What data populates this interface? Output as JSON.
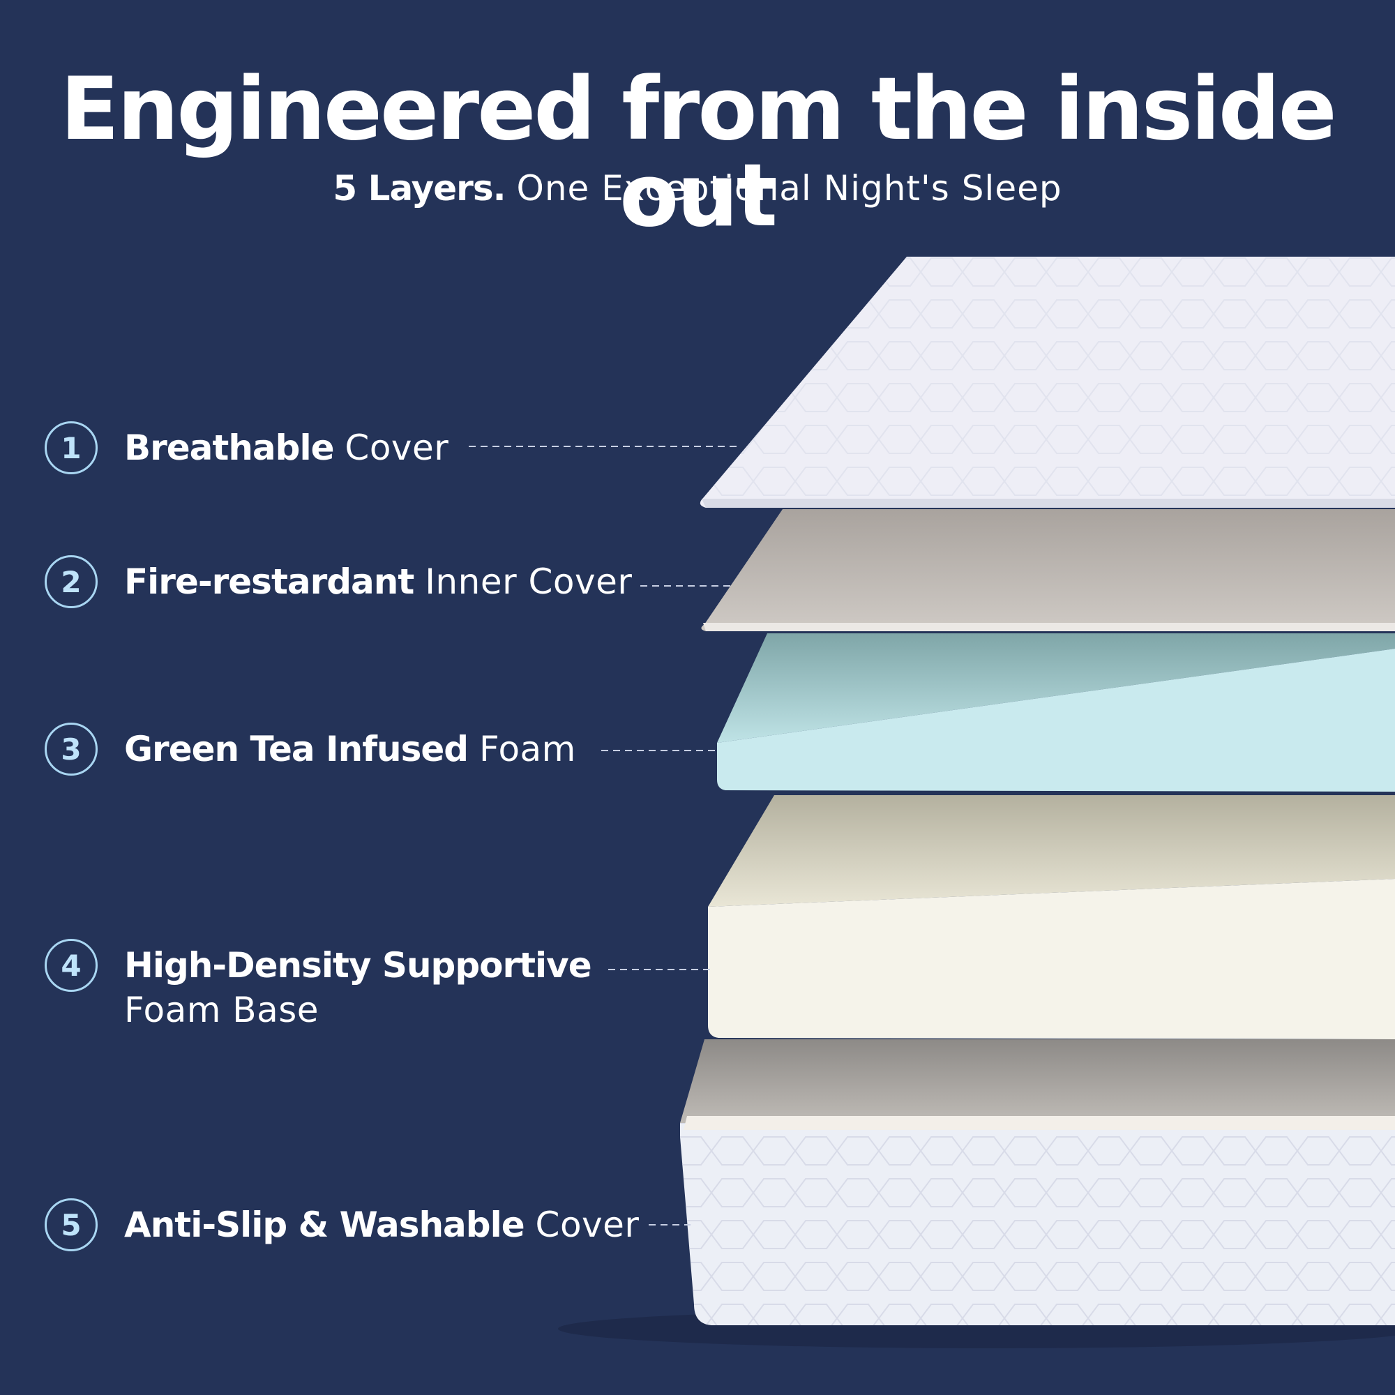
{
  "headline": "Engineered from the inside out",
  "subheadline": {
    "bold": "5 Layers.",
    "rest": "One Exceptional Night's Sleep"
  },
  "layers": [
    {
      "number": "1",
      "bold": "Breathable",
      "rest": "Cover"
    },
    {
      "number": "2",
      "bold": "Fire-restardant",
      "rest": "Inner Cover"
    },
    {
      "number": "3",
      "bold": "Green Tea Infused",
      "rest": "Foam"
    },
    {
      "number": "4",
      "bold": "High-Density Supportive",
      "rest": "Foam Base"
    },
    {
      "number": "5",
      "bold": "Anti-Slip & Washable",
      "rest": "Cover"
    }
  ],
  "colors": {
    "background": "#243358",
    "number_ring": "#a9d6f2",
    "cover": "#eeeef6",
    "inner_cover": "#c9c4bf",
    "green_tea_foam": "#c7e9ec",
    "support_foam": "#f4f1e4",
    "base_cover": "#eceff6"
  }
}
